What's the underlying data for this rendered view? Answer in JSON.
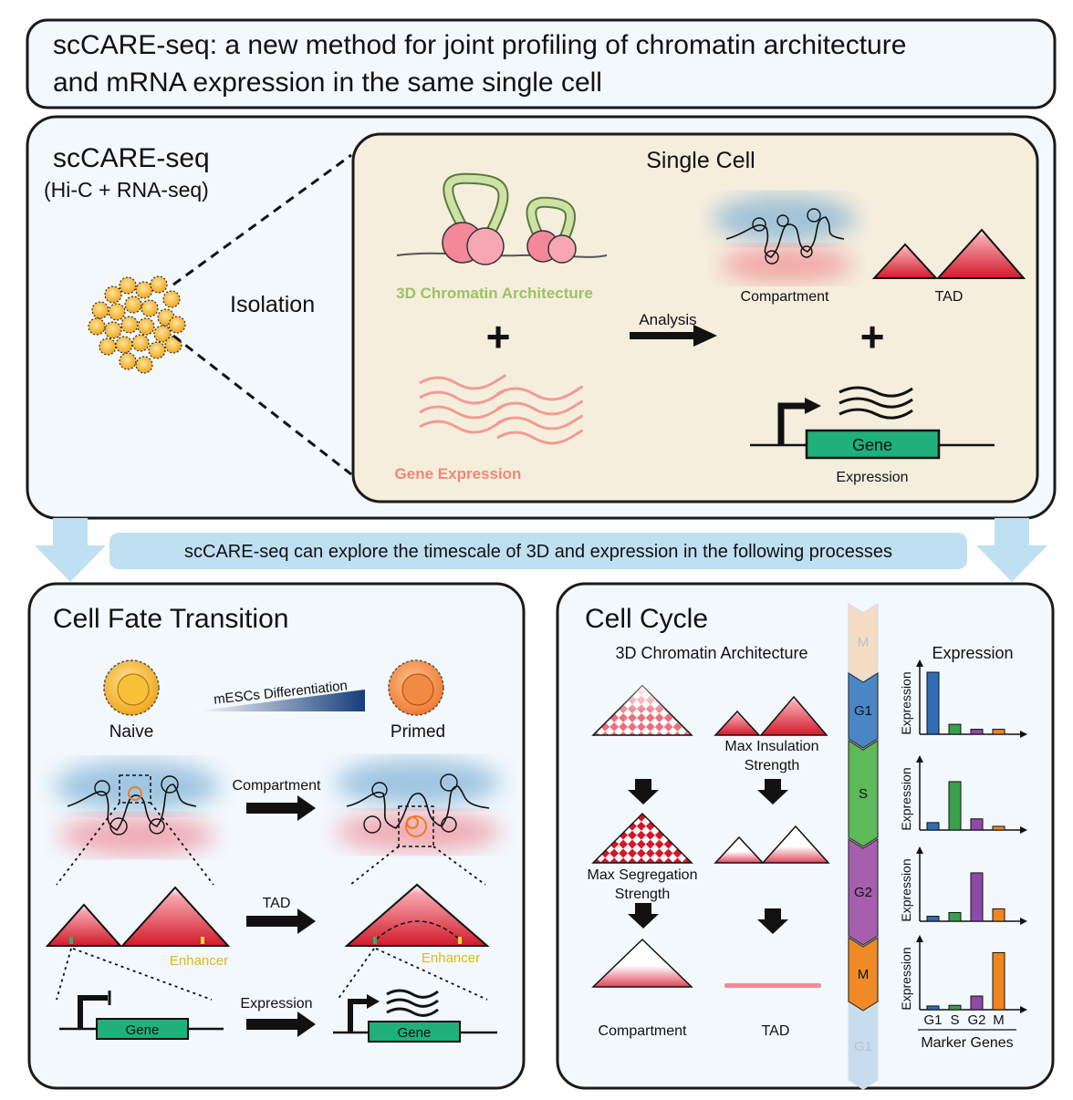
{
  "title": {
    "line1": "scCARE-seq: a new method for joint profiling of chromatin architecture",
    "line2": "and mRNA expression in the same single cell"
  },
  "method_panel": {
    "heading": "scCARE-seq",
    "subheading": "(Hi-C + RNA-seq)",
    "isolation_label": "Isolation",
    "single_cell_title": "Single Cell",
    "chromatin_label": "3D Chromatin Architecture",
    "gene_expression_label": "Gene Expression",
    "analysis_label": "Analysis",
    "compartment_label": "Compartment",
    "tad_label": "TAD",
    "gene_box_label": "Gene",
    "expression_label": "Expression"
  },
  "banner": "scCARE-seq can explore the timescale of 3D and expression in the following processes",
  "cell_fate": {
    "title": "Cell Fate Transition",
    "naive_label": "Naive",
    "primed_label": "Primed",
    "differentiation_label": "mESCs Differentiation",
    "compartment_label": "Compartment",
    "tad_label": "TAD",
    "expression_label": "Expression",
    "enhancer_label_left": "Enhancer",
    "enhancer_label_right": "Enhancer",
    "gene_label_left": "Gene",
    "gene_label_right": "Gene"
  },
  "cell_cycle": {
    "title": "Cell Cycle",
    "chromatin_heading": "3D Chromatin Architecture",
    "expression_heading": "Expression",
    "max_insulation_line1": "Max Insulation",
    "max_insulation_line2": "Strength",
    "max_segregation_line1": "Max Segregation",
    "max_segregation_line2": "Strength",
    "compartment_label": "Compartment",
    "tad_label": "TAD",
    "phases": [
      "M",
      "G1",
      "S",
      "G2",
      "M",
      "G1"
    ],
    "phase_colors": [
      "#f5dcc4",
      "#4a86c5",
      "#5db95a",
      "#a65fae",
      "#f08a26",
      "#c7dced"
    ],
    "y_axis_label": "Expression",
    "x_axis_title": "Marker Genes",
    "marker_genes": [
      "G1",
      "S",
      "G2",
      "M"
    ],
    "bar_colors": [
      "#2f6db5",
      "#3aa04a",
      "#8e4aa8",
      "#f0861f"
    ]
  },
  "chart_data": {
    "type": "bar",
    "xlabel": "Marker Genes",
    "ylabel": "Expression",
    "categories": [
      "G1",
      "S",
      "G2",
      "M"
    ],
    "panels": [
      {
        "phase": "G1",
        "values": [
          1.0,
          0.16,
          0.08,
          0.08
        ]
      },
      {
        "phase": "S",
        "values": [
          0.12,
          0.78,
          0.18,
          0.06
        ]
      },
      {
        "phase": "G2",
        "values": [
          0.08,
          0.14,
          0.78,
          0.2
        ]
      },
      {
        "phase": "M",
        "values": [
          0.06,
          0.07,
          0.22,
          0.92
        ]
      }
    ]
  }
}
